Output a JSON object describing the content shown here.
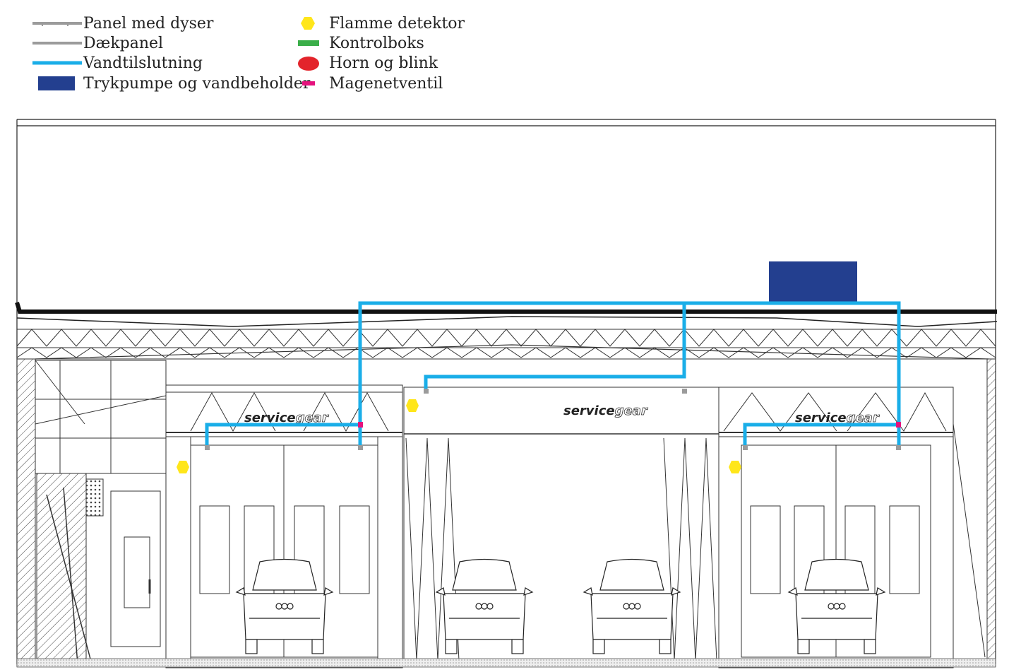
{
  "legend": {
    "items": [
      {
        "key": "nozzle_panel",
        "label": "Panel med dyser",
        "color": "#9b9b9b",
        "shape": "line"
      },
      {
        "key": "cover_panel",
        "label": "Dækpanel",
        "color": "#9b9b9b",
        "shape": "line"
      },
      {
        "key": "water_connection",
        "label": "Vandtilslutning",
        "color": "#1aaee8",
        "shape": "line"
      },
      {
        "key": "pump_tank",
        "label": "Trykpumpe og vandbeholder",
        "color": "#233f8f",
        "shape": "rect"
      },
      {
        "key": "flame_detector",
        "label": "Flamme detektor",
        "color": "#ffe61a",
        "shape": "hexagon"
      },
      {
        "key": "control_box",
        "label": "Kontrolboks",
        "color": "#3aae49",
        "shape": "bar"
      },
      {
        "key": "horn_flash",
        "label": "Horn og blink",
        "color": "#e3242b",
        "shape": "ellipse"
      },
      {
        "key": "solenoid_valve",
        "label": "Magenetventil",
        "color": "#e5127d",
        "shape": "bar"
      }
    ]
  },
  "booths": {
    "brand_left": "service",
    "brand_right": "gear"
  }
}
